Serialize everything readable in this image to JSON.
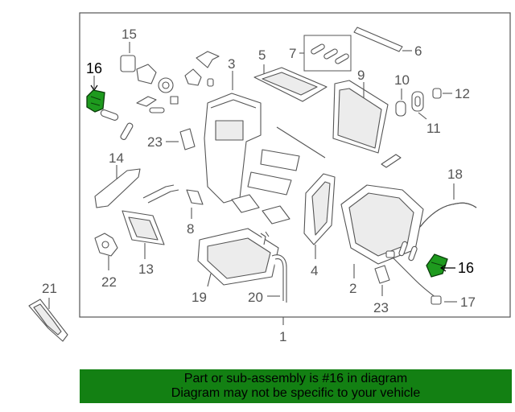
{
  "banner": {
    "line1": "Part or sub-assembly is #16 in diagram",
    "line2": "Diagram may not be specific to your vehicle"
  },
  "callouts": {
    "c1": "1",
    "c2": "2",
    "c3": "3",
    "c4": "4",
    "c5": "5",
    "c6": "6",
    "c7": "7",
    "c8": "8",
    "c9": "9",
    "c10": "10",
    "c11": "11",
    "c12": "12",
    "c13": "13",
    "c14": "14",
    "c15": "15",
    "c16a": "16",
    "c16b": "16",
    "c17": "17",
    "c18": "18",
    "c19": "19",
    "c20": "20",
    "c21": "21",
    "c22": "22",
    "c23a": "23",
    "c23b": "23"
  },
  "colors": {
    "banner_bg": "#138013",
    "highlight_part": "#1e9a1e",
    "line_art": "#555555"
  }
}
